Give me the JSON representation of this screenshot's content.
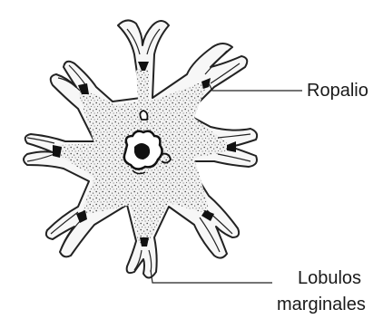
{
  "diagram": {
    "labels": {
      "ropalio": "Ropalio",
      "lobulos_line1": "Lobulos",
      "lobulos_line2": "marginales"
    }
  }
}
